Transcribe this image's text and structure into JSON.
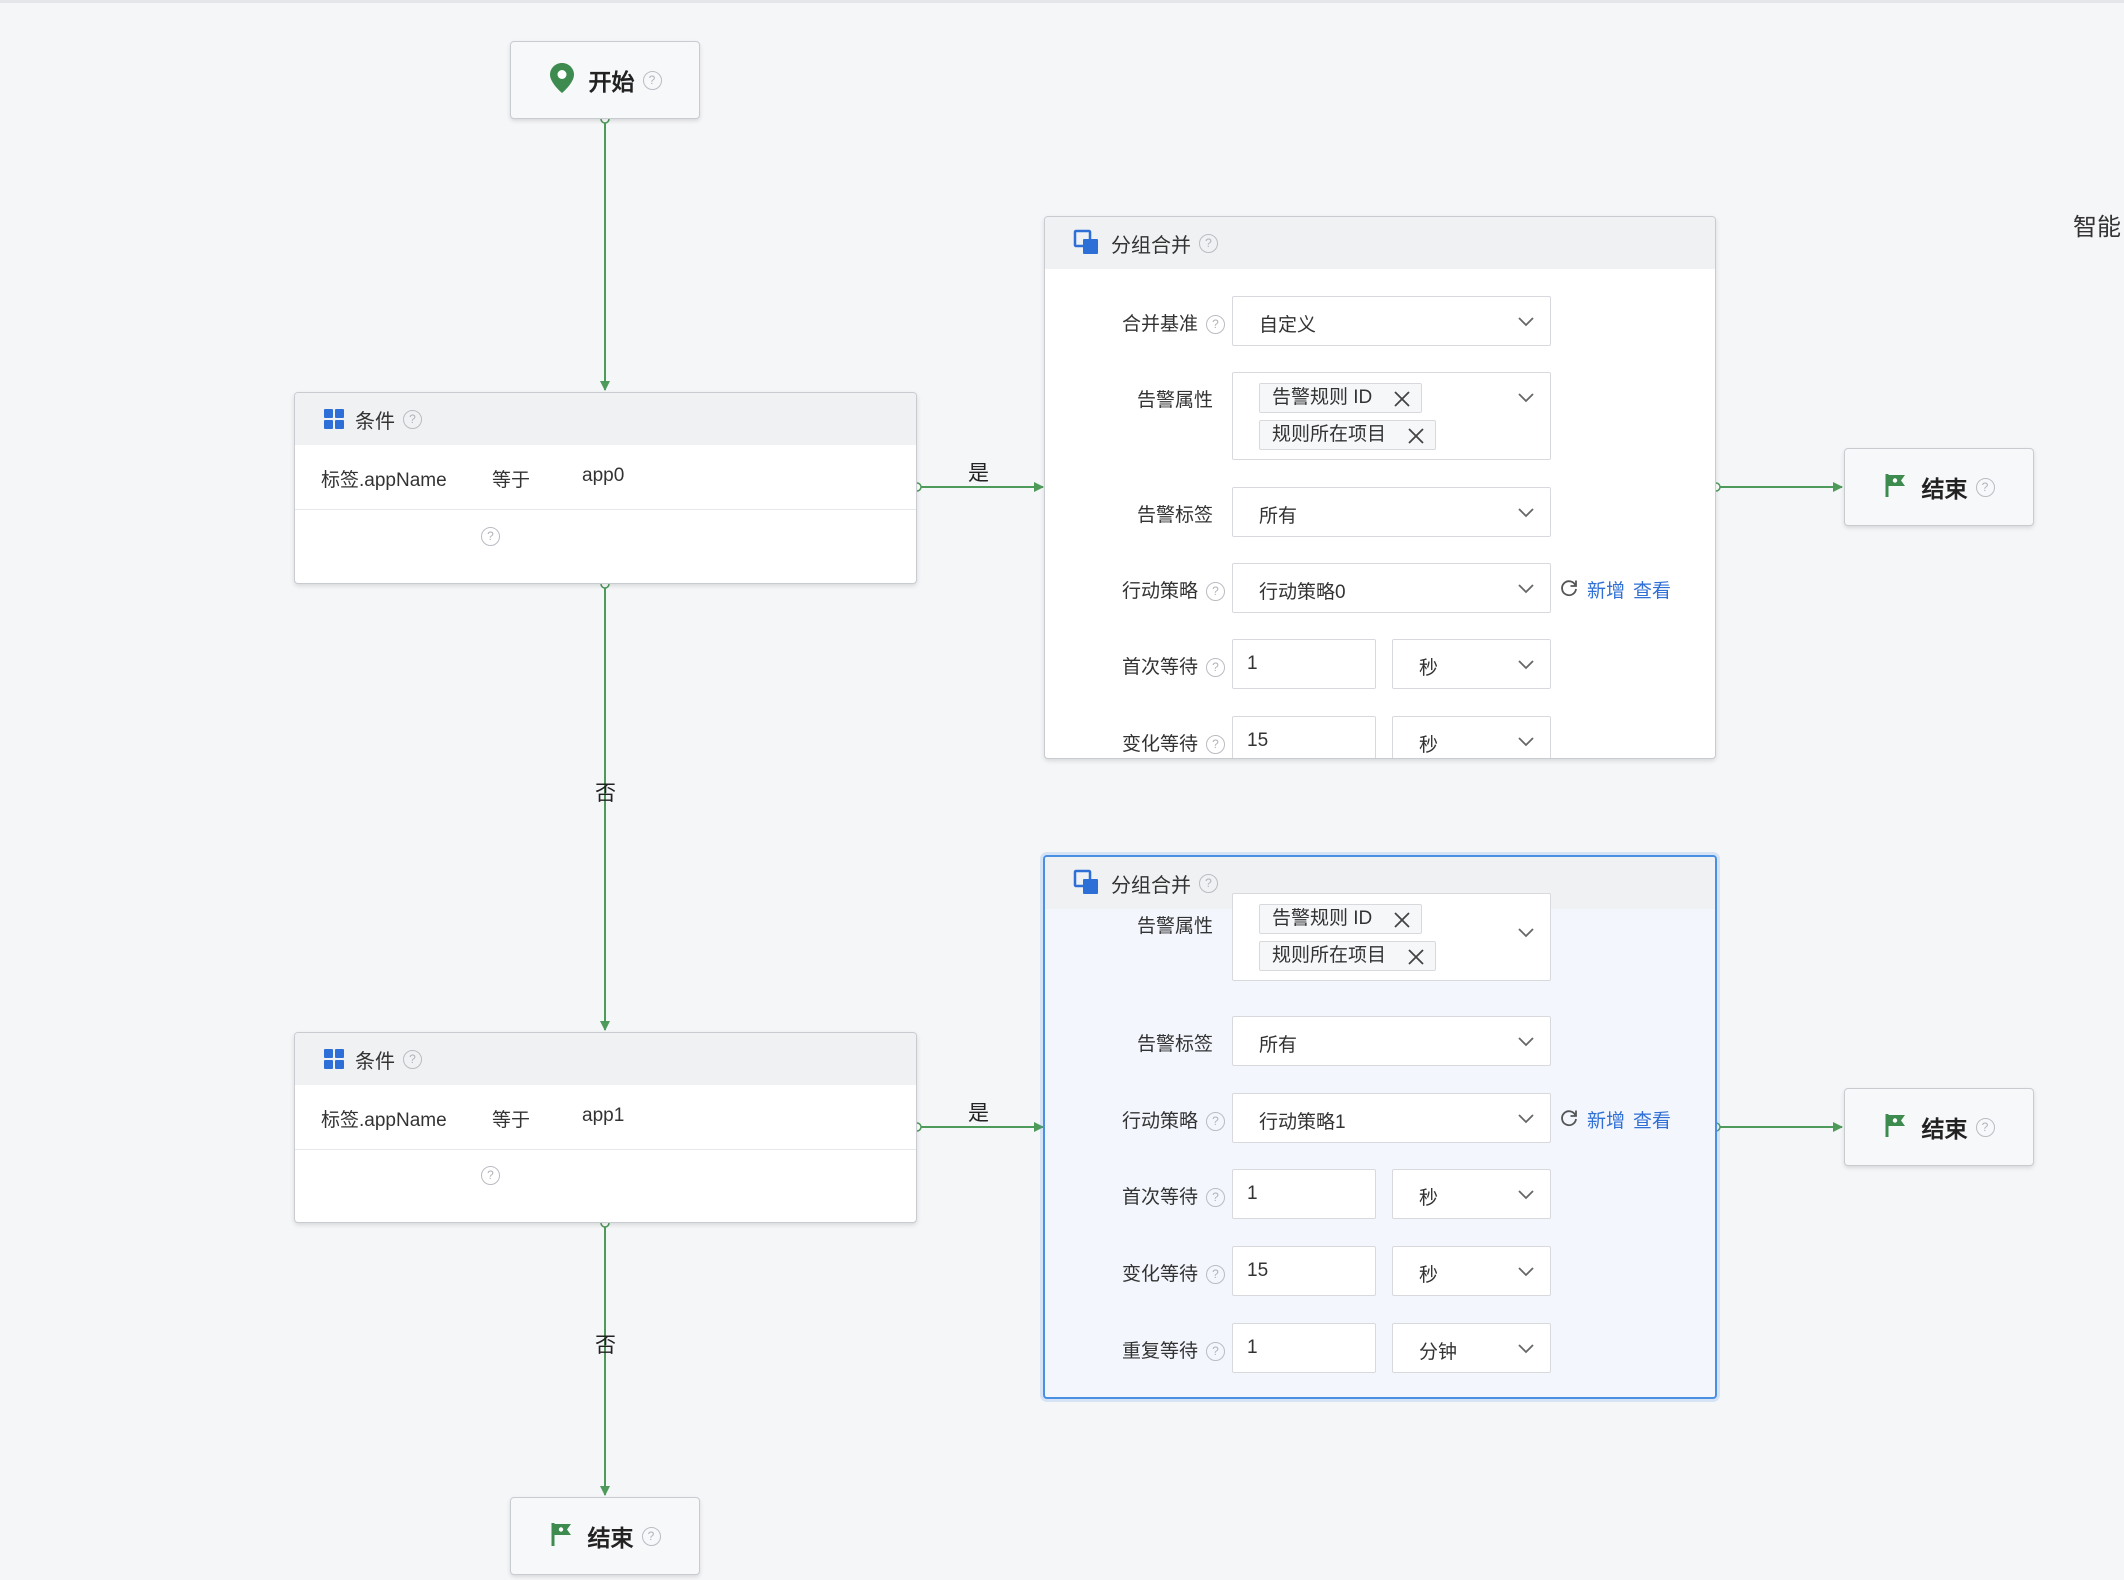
{
  "start": {
    "label": "开始"
  },
  "end_nodes": [
    {
      "label": "结束"
    },
    {
      "label": "结束"
    },
    {
      "label": "结束"
    }
  ],
  "edges": {
    "yes": "是",
    "no": "否"
  },
  "conditions": [
    {
      "title": "条件",
      "field": "标签.appName",
      "op": "等于",
      "value": "app0"
    },
    {
      "title": "条件",
      "field": "标签.appName",
      "op": "等于",
      "value": "app1"
    }
  ],
  "groups": [
    {
      "title": "分组合并",
      "merge_basis": {
        "label": "合并基准",
        "value": "自定义"
      },
      "alert_attr": {
        "label": "告警属性",
        "tags": [
          "告警规则 ID",
          "规则所在项目"
        ]
      },
      "alert_label": {
        "label": "告警标签",
        "value": "所有"
      },
      "policy": {
        "label": "行动策略",
        "value": "行动策略0",
        "add": "新增",
        "view": "查看"
      },
      "first_wait": {
        "label": "首次等待",
        "value": "1",
        "unit": "秒"
      },
      "change_wait": {
        "label": "变化等待",
        "value": "15",
        "unit": "秒"
      }
    },
    {
      "title": "分组合并",
      "alert_attr": {
        "label": "告警属性",
        "tags": [
          "告警规则 ID",
          "规则所在项目"
        ]
      },
      "alert_label": {
        "label": "告警标签",
        "value": "所有"
      },
      "policy": {
        "label": "行动策略",
        "value": "行动策略1",
        "add": "新增",
        "view": "查看"
      },
      "first_wait": {
        "label": "首次等待",
        "value": "1",
        "unit": "秒"
      },
      "change_wait": {
        "label": "变化等待",
        "value": "15",
        "unit": "秒"
      },
      "repeat_wait": {
        "label": "重复等待",
        "value": "1",
        "unit": "分钟"
      }
    }
  ],
  "side_text": "智能",
  "colors": {
    "edge": "#4e9a5b",
    "accent": "#2f6fd6",
    "node_icon": "#3d8b4f",
    "cond_icon": "#2d6fd6"
  }
}
